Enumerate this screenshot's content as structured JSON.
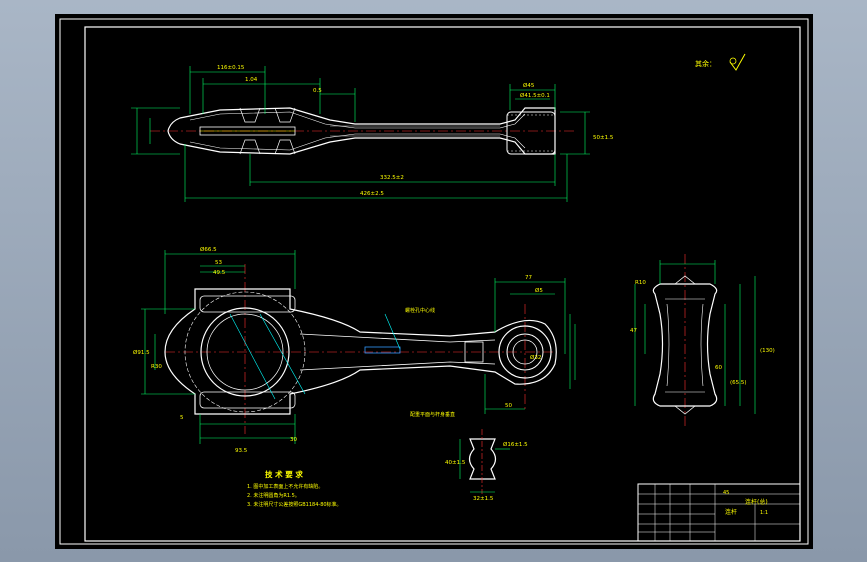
{
  "drawing": {
    "roughness_label": "其余：",
    "dims_top": [
      "116±0.15",
      "1.04",
      "0.5",
      "Ø45",
      "332.5±2",
      "426±2.5",
      "Ø41.5±0.1",
      "50±1.5"
    ],
    "dims_front": [
      "Ø66.5",
      "53",
      "49.5",
      "77",
      "Ø5",
      "R30",
      "Ø32",
      "50",
      "Ø91.5",
      "93.5",
      "5",
      "30"
    ],
    "dims_side": [
      "R10",
      "47",
      "60",
      "(65.5)",
      "(130)",
      "Ø16±1.5",
      "40±1.5",
      "32±1.5"
    ],
    "note_label": "螺栓孔中心线",
    "note_label2": "配重平面与杆身垂直"
  },
  "notes": {
    "title": "技 术 要 求",
    "items": [
      "1. 图中加工表面上不允许有缺陷。",
      "2. 未注明圆角为R1.5。",
      "3. 未注明尺寸公差按照GB1184-80标准。"
    ]
  },
  "title_block": {
    "part_name": "连杆(总)",
    "drawing_name": "连杆",
    "scale": "1:1",
    "qty": "45"
  }
}
